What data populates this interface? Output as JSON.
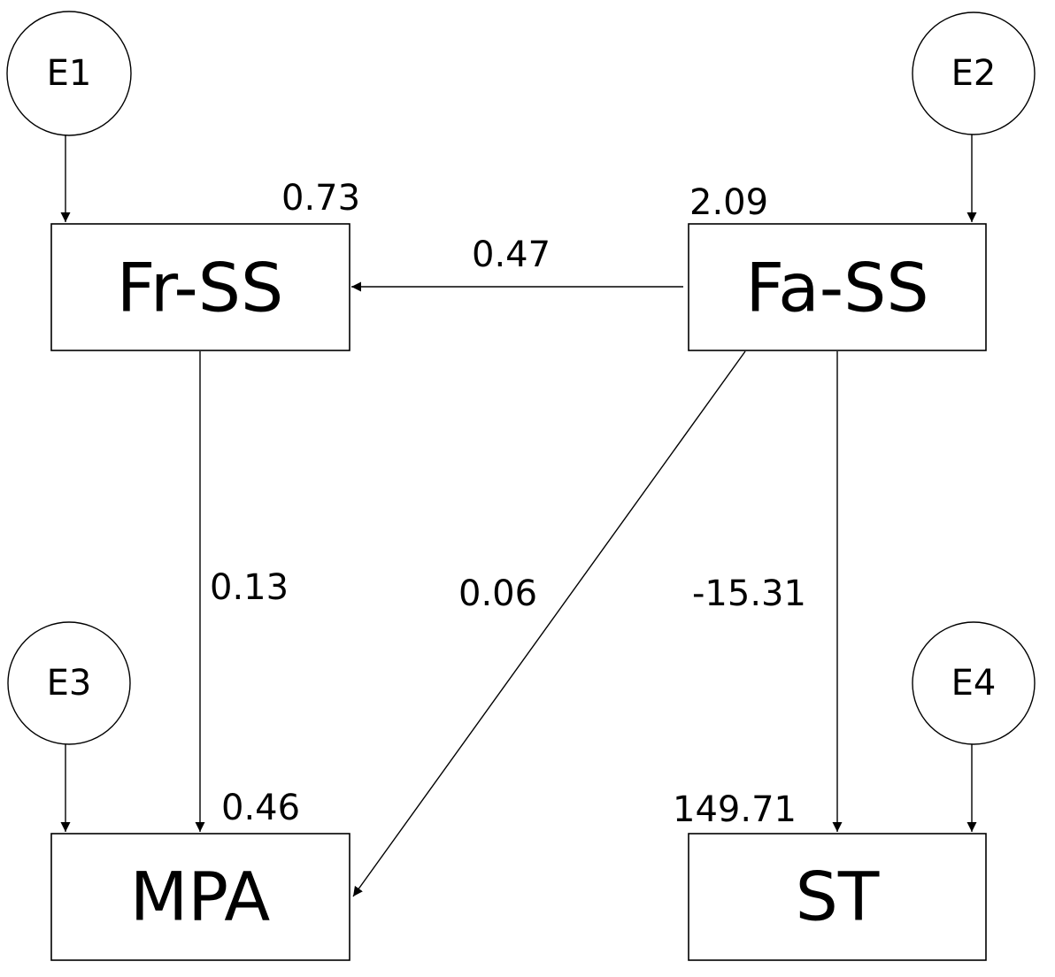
{
  "nodes": {
    "fr_ss": "Fr-SS",
    "fa_ss": "Fa-SS",
    "mpa": "MPA",
    "st": "ST"
  },
  "errors": {
    "e1": "E1",
    "e2": "E2",
    "e3": "E3",
    "e4": "E4"
  },
  "intercepts": {
    "fr_ss": "0.73",
    "fa_ss": "2.09",
    "mpa": "0.46",
    "st": "149.71"
  },
  "paths": {
    "fa_to_fr": "0.47",
    "fr_to_mpa": "0.13",
    "fa_to_mpa": "0.06",
    "fa_to_st": "-15.31"
  }
}
